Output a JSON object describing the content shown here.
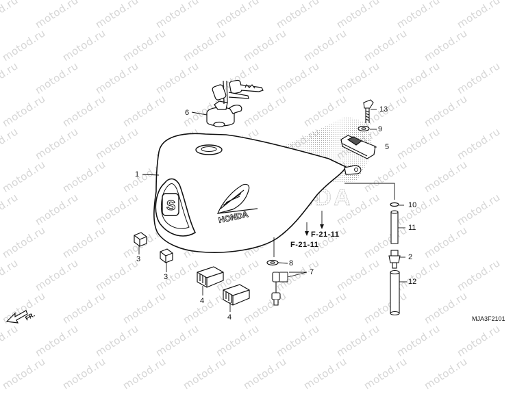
{
  "watermark": "motod.ru",
  "front_label": "FR.",
  "diagram_code": "MJA3F2101",
  "tank_logo": "HONDA",
  "cap_letter": "S",
  "refs": [
    "F-21-11",
    "F-21-11"
  ],
  "callouts": [
    "1",
    "2",
    "3",
    "3",
    "4",
    "4",
    "5",
    "6",
    "7",
    "8",
    "9",
    "10",
    "11",
    "12",
    "13"
  ]
}
